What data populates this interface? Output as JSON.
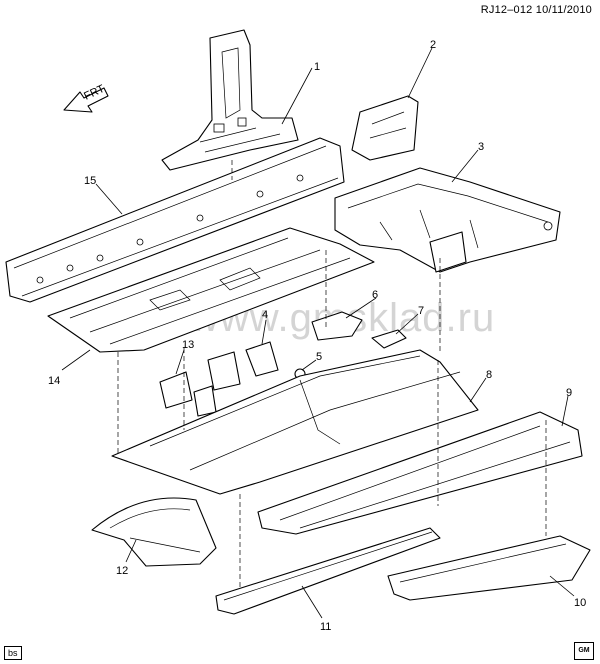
{
  "header": {
    "reference": "RJ12–012  10/11/2010"
  },
  "watermark": "www.gmsklad.ru",
  "arrow_label": "FRT",
  "footer": {
    "badge": "bs",
    "logo": "GM"
  },
  "callouts": [
    "1",
    "2",
    "3",
    "4",
    "5",
    "6",
    "7",
    "8",
    "9",
    "10",
    "11",
    "12",
    "13",
    "14",
    "15"
  ]
}
